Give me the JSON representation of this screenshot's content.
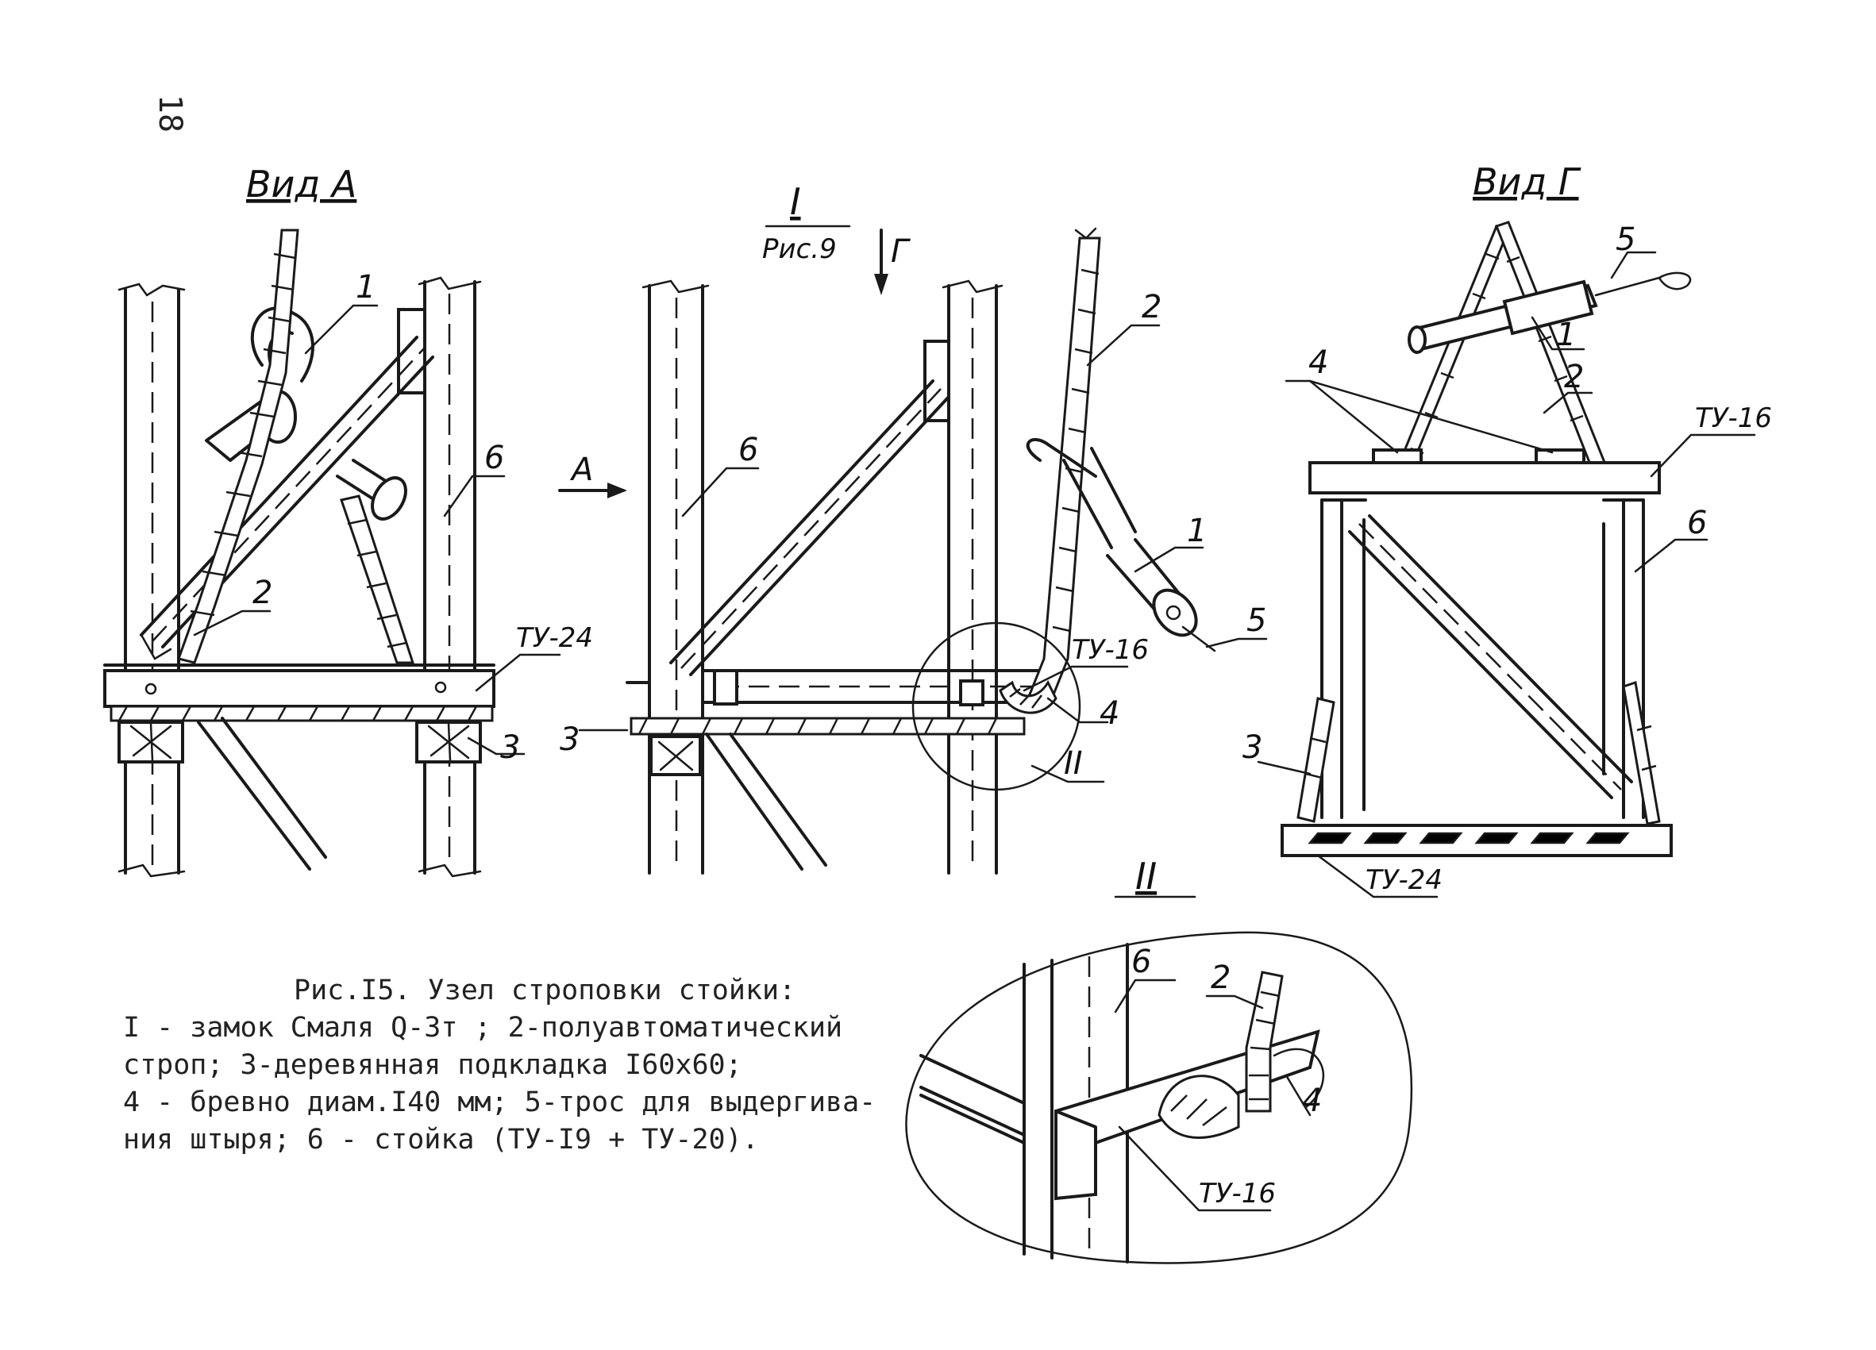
{
  "page_number": "18",
  "views": {
    "view_a": {
      "title": "Вид А",
      "callouts": [
        "1",
        "6",
        "2",
        "ТУ-24",
        "3"
      ]
    },
    "view_i": {
      "title": "I",
      "reference": "Рис.9",
      "arrow_a_label": "А",
      "arrow_g_label": "Г",
      "callouts": [
        "6",
        "2",
        "1",
        "5",
        "ТУ-16",
        "4",
        "3",
        "II"
      ]
    },
    "view_g": {
      "title": "Вид Г",
      "callouts": [
        "5",
        "1",
        "4",
        "2",
        "ТУ-16",
        "6",
        "3",
        "ТУ-24"
      ]
    },
    "detail_ii": {
      "title": "II",
      "callouts": [
        "6",
        "2",
        "4",
        "ТУ-16"
      ]
    }
  },
  "caption": {
    "title": "Рис.I5. Узел строповки стойки:",
    "lines": [
      "I - замок Смаля Q-3т ;  2-полуавтоматический",
      "строп;  3-деревянная  подкладка I60x60;",
      "4 - бревно диам.I40 мм; 5-трос для выдергива-",
      "ния штыря;  6 - стойка (ТУ-I9 + ТУ-20)."
    ]
  }
}
